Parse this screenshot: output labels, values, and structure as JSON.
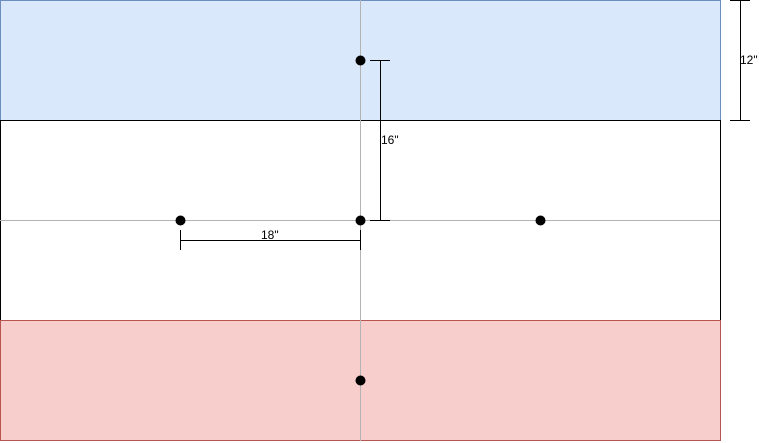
{
  "zones": {
    "top": {
      "fill": "#dae8fc",
      "stroke": "#6c8ebf"
    },
    "middle": {
      "fill": "#ffffff",
      "stroke": "#000000"
    },
    "bottom": {
      "fill": "#f8cecc",
      "stroke": "#b85450"
    }
  },
  "guide_color": "#b3b3b3",
  "points": [
    {
      "name": "top-center"
    },
    {
      "name": "left"
    },
    {
      "name": "center"
    },
    {
      "name": "right"
    },
    {
      "name": "bottom-center"
    }
  ],
  "dimensions": {
    "top_band": "12\"",
    "vertical": "16\"",
    "horizontal": "18\""
  }
}
